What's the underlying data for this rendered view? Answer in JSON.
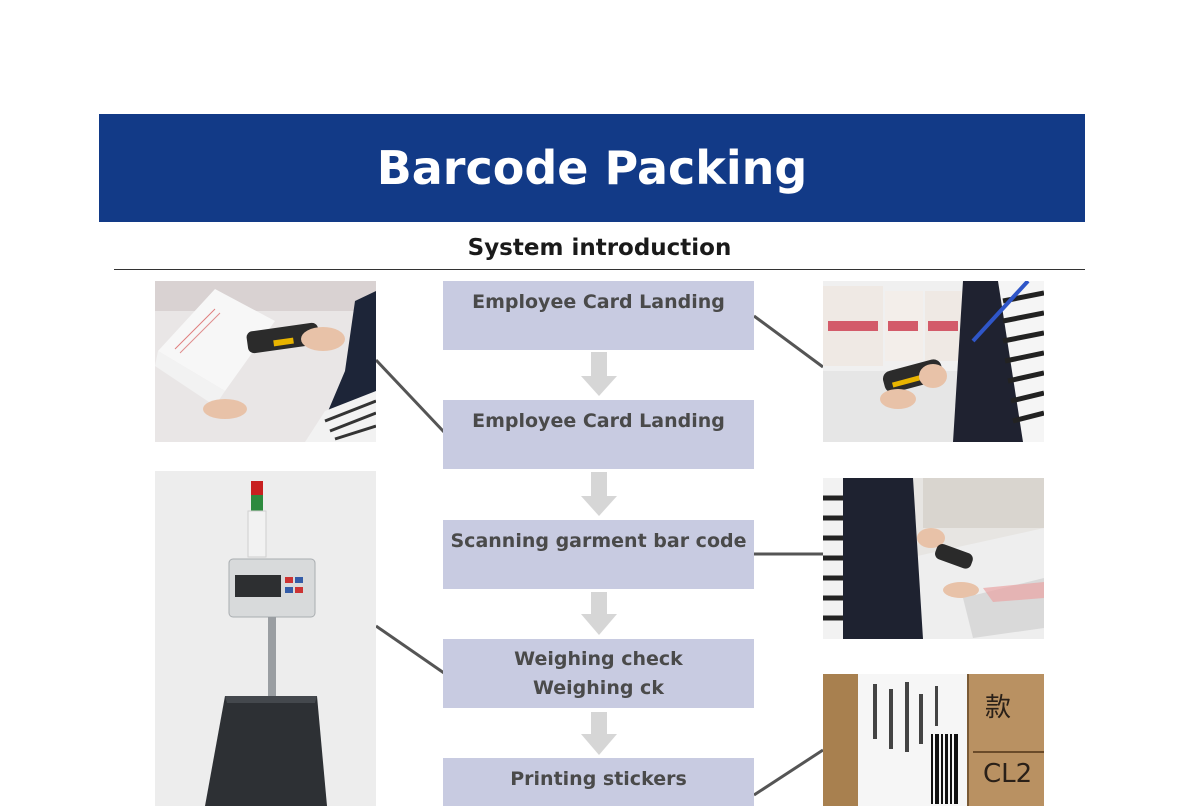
{
  "header": {
    "title": "Barcode Packing",
    "subtitle": "System introduction"
  },
  "flow": {
    "steps": [
      {
        "label": "Employee Card Landing"
      },
      {
        "label": "Employee Card Landing"
      },
      {
        "label": "Scanning garment bar code"
      },
      {
        "label": "Weighing check\nWeighing ck"
      },
      {
        "label": "Printing stickers"
      }
    ]
  },
  "photos": {
    "sticker_text": "CL2",
    "sticker_char": "款"
  },
  "colors": {
    "banner": "#123a87",
    "step_box": "#c8cbe1",
    "arrow": "#d6d6d6",
    "connector": "#555555"
  },
  "icons": {
    "photo_1": "barcode-scanner-photo",
    "photo_2": "employee-badge-scan-photo",
    "photo_3": "weighing-scale-photo",
    "photo_4": "garment-scan-photo",
    "photo_5": "carton-sticker-photo",
    "arrow": "arrow-down-icon"
  }
}
